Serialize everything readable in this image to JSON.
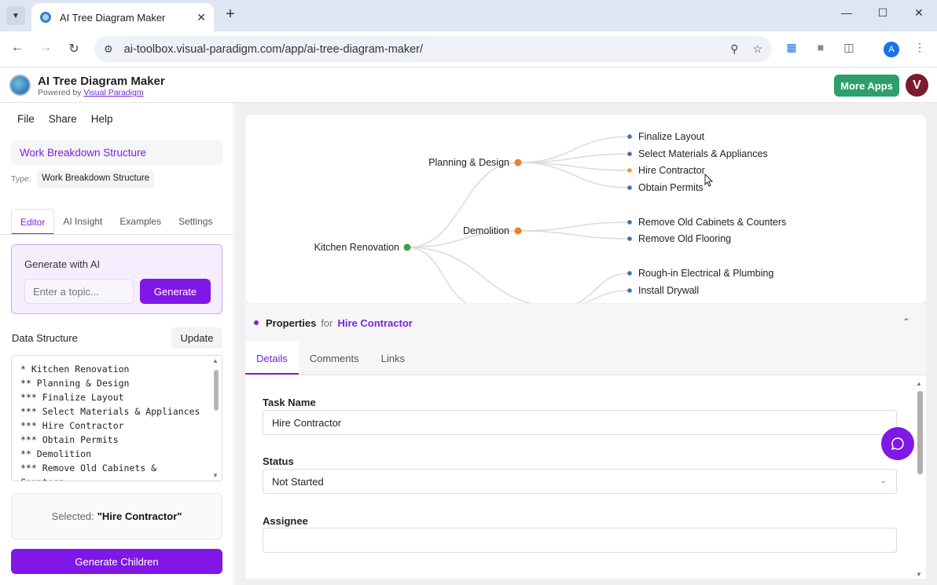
{
  "browser": {
    "tab_title": "AI Tree Diagram Maker",
    "url": "ai-toolbox.visual-paradigm.com/app/ai-tree-diagram-maker/",
    "profile_initial": "A"
  },
  "app": {
    "title": "AI Tree Diagram Maker",
    "powered_prefix": "Powered by",
    "powered_link": "Visual Paradigm",
    "more_apps": "More Apps",
    "user_initial": "V"
  },
  "menu": {
    "file": "File",
    "share": "Share",
    "help": "Help"
  },
  "sidebar": {
    "diagram_title": "Work Breakdown Structure",
    "type_label": "Type:",
    "type_value": "Work Breakdown Structure",
    "tabs": [
      "Editor",
      "AI Insight",
      "Examples",
      "Settings"
    ],
    "generate_heading": "Generate with AI",
    "topic_placeholder": "Enter a topic...",
    "generate_button": "Generate",
    "data_structure_label": "Data Structure",
    "update_button": "Update",
    "data_structure_text": "* Kitchen Renovation\n** Planning & Design\n*** Finalize Layout\n*** Select Materials & Appliances\n*** Hire Contractor\n*** Obtain Permits\n** Demolition\n*** Remove Old Cabinets &\nCounters",
    "selected_prefix": "Selected:",
    "selected_value": "\"Hire Contractor\"",
    "generate_children": "Generate Children"
  },
  "tree": {
    "root": "Kitchen Renovation",
    "branches": [
      {
        "label": "Planning & Design",
        "children": [
          "Finalize Layout",
          "Select Materials & Appliances",
          "Hire Contractor",
          "Obtain Permits"
        ]
      },
      {
        "label": "Demolition",
        "children": [
          "Remove Old Cabinets & Counters",
          "Remove Old Flooring"
        ]
      },
      {
        "label": "",
        "children": [
          "Rough-in Electrical & Plumbing",
          "Install Drywall"
        ]
      }
    ],
    "selected": "Hire Contractor",
    "colors": {
      "root": "#3ca34a",
      "branch": "#f07f2a",
      "leaf": "#3f6fb5",
      "selected": "#e8a317",
      "link": "#dcdcdc"
    }
  },
  "properties": {
    "heading": "Properties",
    "for": "for",
    "node": "Hire Contractor",
    "tabs": [
      "Details",
      "Comments",
      "Links"
    ],
    "task_name_label": "Task Name",
    "task_name_value": "Hire Contractor",
    "status_label": "Status",
    "status_value": "Not Started",
    "assignee_label": "Assignee",
    "assignee_value": ""
  }
}
